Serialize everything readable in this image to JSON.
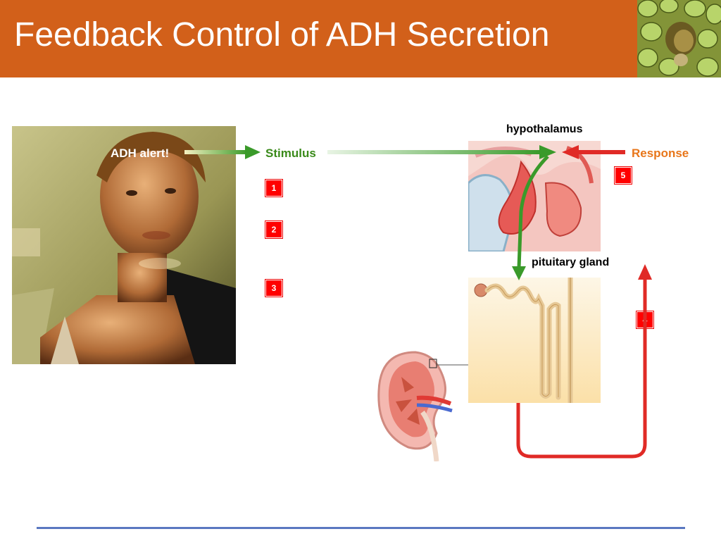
{
  "slide": {
    "title": "Feedback Control of ADH Secretion"
  },
  "labels": {
    "adh_alert": "ADH  alert!",
    "stimulus": "Stimulus",
    "response": "Response",
    "hypothalamus": "hypothalamus",
    "pituitary": "pituitary gland"
  },
  "steps": [
    "1",
    "2",
    "3",
    "4",
    "5"
  ],
  "colors": {
    "header": "#d2601a",
    "stimulus": "#3a9a2a",
    "response": "#e8761a",
    "arrow_red": "#e02a26",
    "badge": "#ff0000",
    "footer_line": "#5a78c0"
  }
}
